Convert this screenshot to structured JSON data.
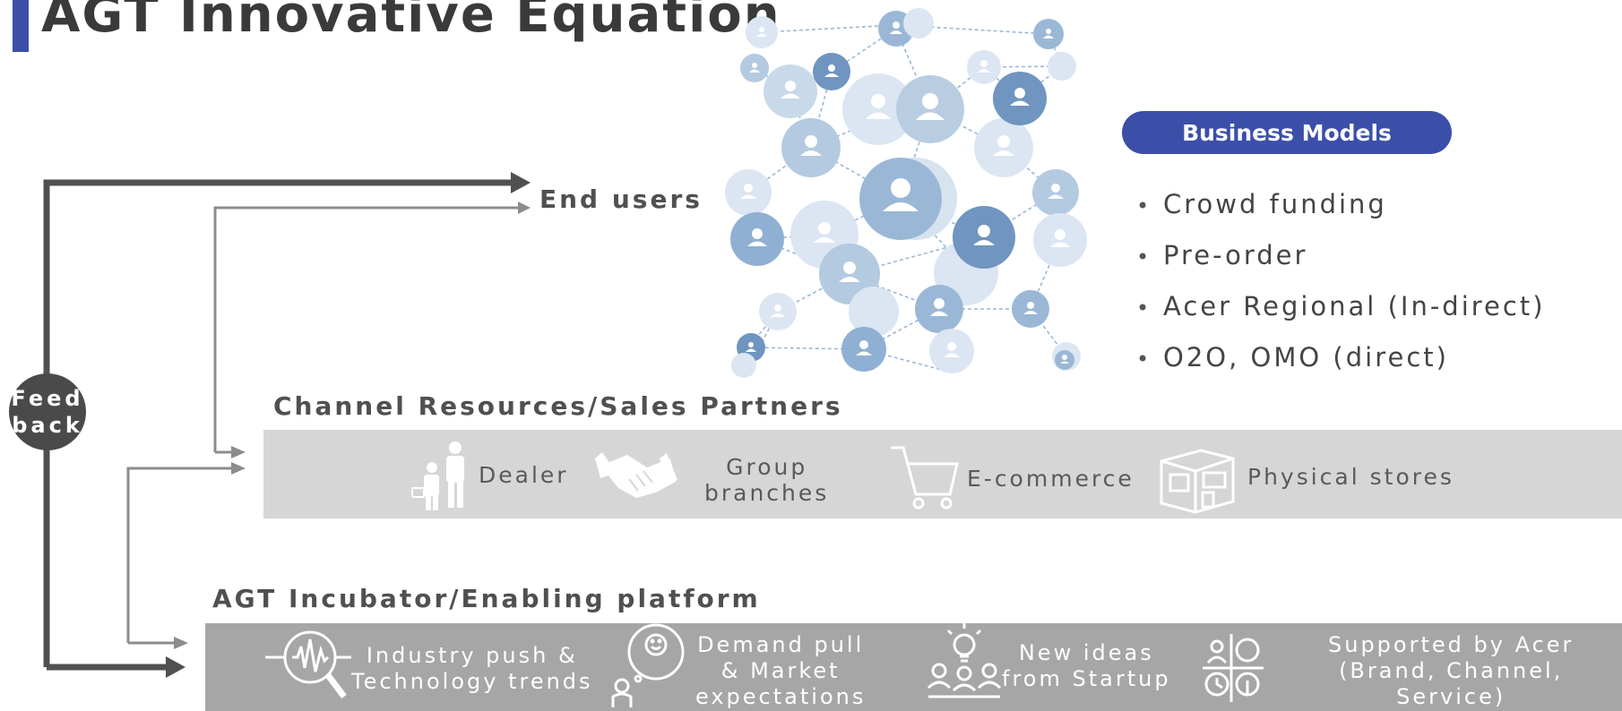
{
  "title": "AGT Innovative Equation",
  "feedback": {
    "line1": "Feed",
    "line2": "back"
  },
  "end_users_label": "End users",
  "channel": {
    "heading": "Channel Resources/Sales Partners",
    "items": [
      {
        "label": "Dealer",
        "icon": "dealer-people-icon"
      },
      {
        "label_line1": "Group",
        "label_line2": "branches",
        "icon": "handshake-icon"
      },
      {
        "label": "E-commerce",
        "icon": "shopping-cart-icon"
      },
      {
        "label": "Physical stores",
        "icon": "store-front-icon"
      }
    ]
  },
  "incubator": {
    "heading": "AGT Incubator/Enabling platform",
    "items": [
      {
        "line1": "Industry push &",
        "line2": "Technology trends",
        "icon": "magnifier-waveform-icon"
      },
      {
        "line1": "Demand pull",
        "line2": "& Market",
        "line3": "expectations",
        "icon": "thought-bubble-person-icon"
      },
      {
        "line1": "New ideas",
        "line2": "from Startup",
        "icon": "lightbulb-team-icon"
      },
      {
        "line1": "Supported by Acer",
        "line2": "(Brand, Channel,",
        "line3": "Service)",
        "icon": "brand-grid-icon"
      }
    ]
  },
  "business_models": {
    "heading": "Business Models",
    "items": [
      "Crowd funding",
      "Pre-order",
      "Acer Regional (In-direct)",
      "O2O, OMO (direct)"
    ]
  },
  "colors": {
    "accent": "#3b4fa8",
    "arrow_dark": "#505050",
    "arrow_light": "#8c8c8c",
    "band_light": "#d6d6d6",
    "band_dark": "#a6a6a6",
    "network_node": "#7fa3c8"
  }
}
